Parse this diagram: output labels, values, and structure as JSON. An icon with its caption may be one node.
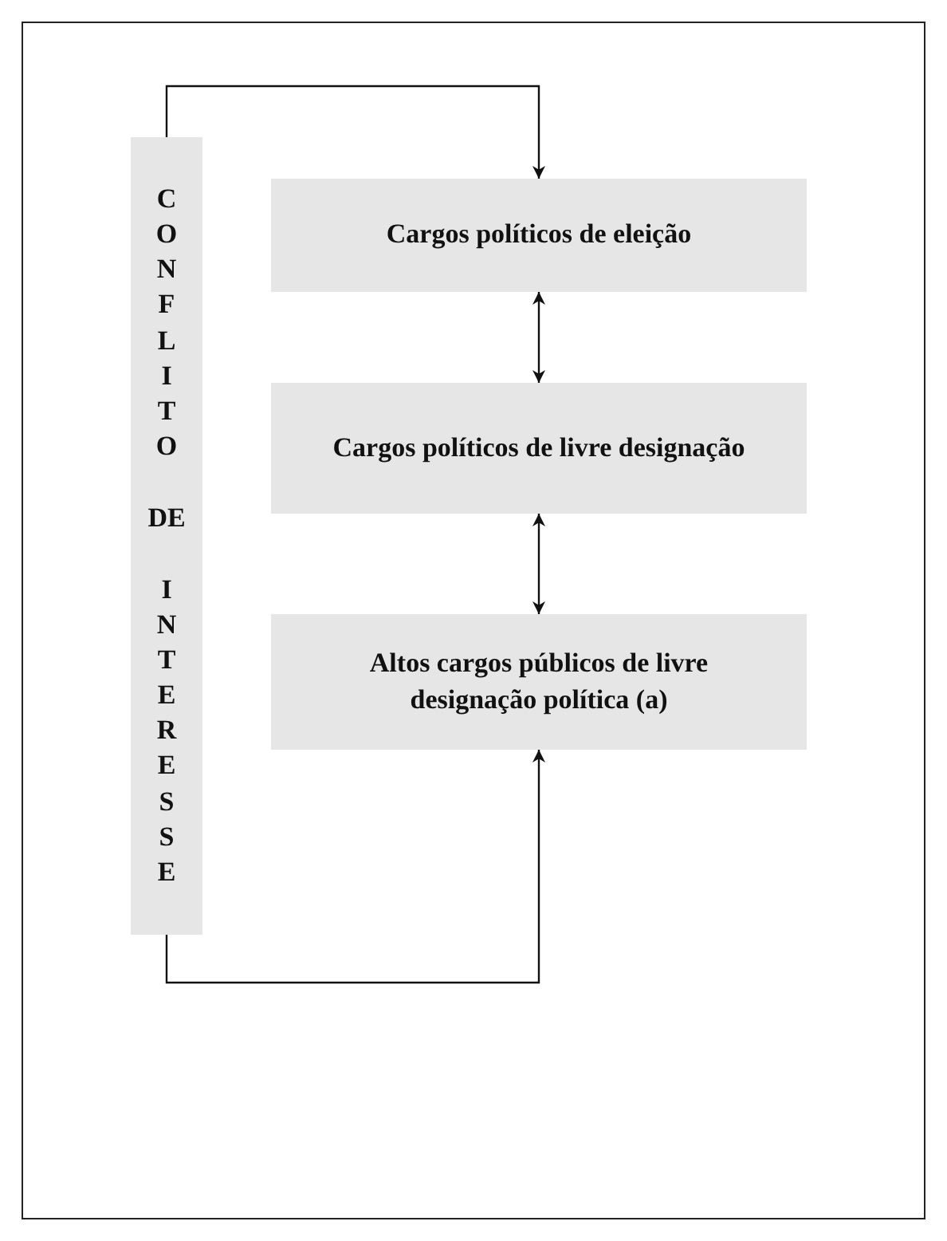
{
  "diagram": {
    "nodes": [
      {
        "text": [
          "CONFLITO DE INTERESSE"
        ]
      },
      {
        "text": [
          "Cargos políticos de eleição"
        ]
      },
      {
        "text": [
          "Cargos políticos de livre designação"
        ]
      },
      {
        "text": [
          "Altos cargos públicos de livre designação política (a)"
        ]
      }
    ],
    "edges": [
      {
        "from": 0,
        "to": 1,
        "arrow": "to"
      },
      {
        "from": 1,
        "to": 2,
        "arrow": "both"
      },
      {
        "from": 2,
        "to": 3,
        "arrow": "both"
      },
      {
        "from": 0,
        "to": 3,
        "arrow": "to"
      }
    ]
  }
}
